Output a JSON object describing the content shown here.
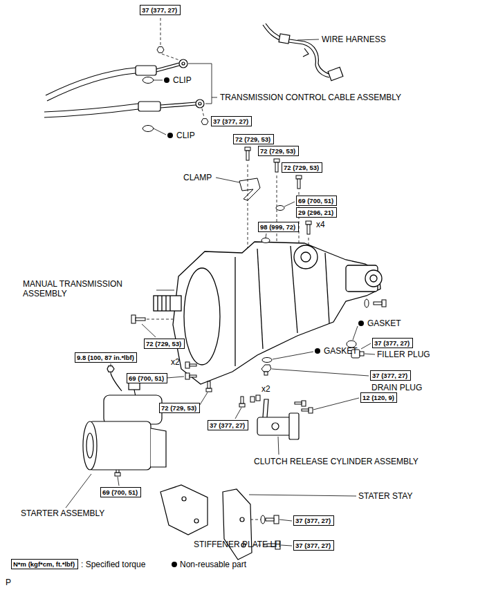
{
  "diagram": {
    "nodes": [
      {
        "text": [
          "37 (377, 27)"
        ]
      },
      {
        "text": [
          "37 (377, 27)"
        ]
      },
      {
        "text": [
          "72 (729, 53)"
        ]
      },
      {
        "text": [
          "72 (729, 53)"
        ]
      },
      {
        "text": [
          "72 (729, 53)"
        ]
      },
      {
        "text": [
          "69 (700, 51)"
        ]
      },
      {
        "text": [
          "29 (296, 21)"
        ]
      },
      {
        "text": [
          "98 (999, 72)"
        ]
      },
      {
        "text": [
          "37 (377, 27)"
        ]
      },
      {
        "text": [
          "9.8 (100, 87 in.*lbf)"
        ]
      },
      {
        "text": [
          "72 (729, 53)"
        ]
      },
      {
        "text": [
          "37 (377, 27)"
        ]
      },
      {
        "text": [
          "12 (120, 9)"
        ]
      },
      {
        "text": [
          "69 (700, 51)"
        ]
      },
      {
        "text": [
          "72 (729, 53)"
        ]
      },
      {
        "text": [
          "37 (377, 27)"
        ]
      },
      {
        "text": [
          "69 (700, 51)"
        ]
      },
      {
        "text": [
          "37 (377, 27)"
        ]
      },
      {
        "text": [
          "37 (377, 27)"
        ]
      },
      {
        "text": [
          "N*m (kgf*cm, ft.*lbf)"
        ]
      }
    ],
    "labels": [
      "WIRE HARNESS",
      "CLIP",
      "TRANSMISSION CONTROL CABLE ASSEMBLY",
      "CLIP",
      "CLAMP",
      "x4",
      "MANUAL TRANSMISSION ASSEMBLY",
      "GASKET",
      "FILLER PLUG",
      "x2",
      "GASKET",
      "DRAIN PLUG",
      "x2",
      "CLUTCH RELEASE CYLINDER ASSEMBLY",
      "STARTER ASSEMBLY",
      "STATER STAY",
      "STIFFENER PLATE LH",
      "P"
    ],
    "legend": [
      {
        "text": ": Specified torque"
      },
      {
        "text": "Non-reusable part"
      }
    ]
  }
}
